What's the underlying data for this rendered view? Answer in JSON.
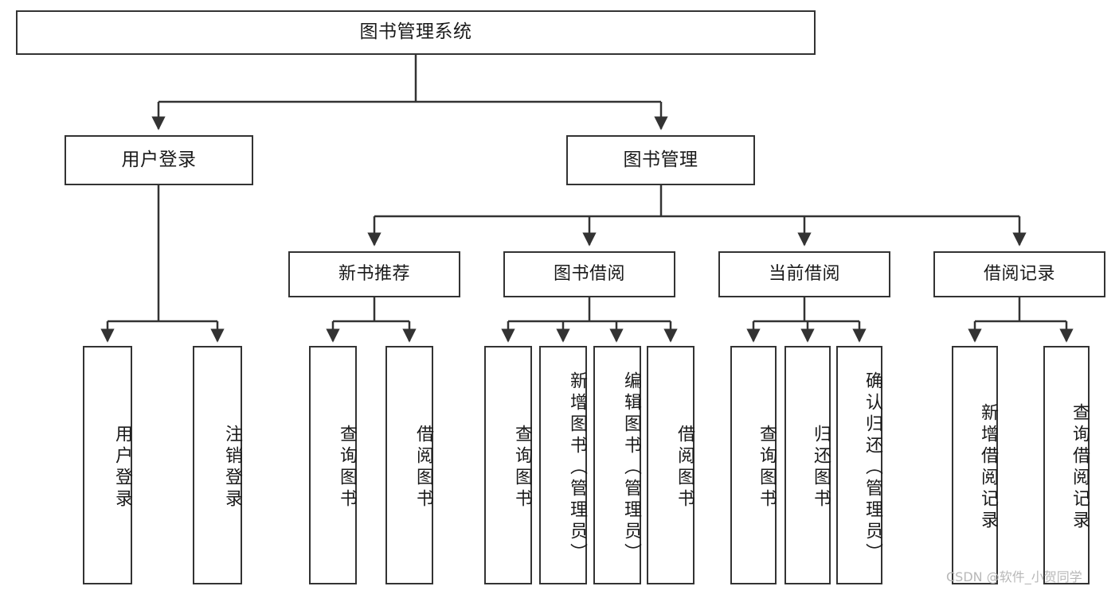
{
  "diagram": {
    "type": "tree-hierarchy",
    "title": "图书管理系统",
    "orientation": "top-down",
    "colors": {
      "box_border": "#333333",
      "box_fill": "#ffffff",
      "edge": "#333333",
      "text": "#1a1a1a",
      "watermark": "#b8b8b8"
    },
    "nodes": {
      "root": {
        "label": "图书管理系统"
      },
      "level2": [
        {
          "id": "user-login",
          "label": "用户登录"
        },
        {
          "id": "book-management",
          "label": "图书管理"
        }
      ],
      "level3": [
        {
          "id": "new-book-recommend",
          "label": "新书推荐"
        },
        {
          "id": "book-borrow",
          "label": "图书借阅"
        },
        {
          "id": "current-borrow",
          "label": "当前借阅"
        },
        {
          "id": "borrow-record",
          "label": "借阅记录"
        }
      ],
      "leaves": {
        "user_login": [
          {
            "id": "leaf-user-login",
            "label": "用户登录"
          },
          {
            "id": "leaf-logout-login",
            "label": "注销登录"
          }
        ],
        "new_book_recommend": [
          {
            "id": "leaf-query-book-1",
            "label": "查询图书"
          },
          {
            "id": "leaf-borrow-book-1",
            "label": "借阅图书"
          }
        ],
        "book_borrow": [
          {
            "id": "leaf-query-book-2",
            "label": "查询图书"
          },
          {
            "id": "leaf-add-book",
            "label": "新增图书（管理员）"
          },
          {
            "id": "leaf-edit-book",
            "label": "编辑图书（管理员）"
          },
          {
            "id": "leaf-borrow-book-2",
            "label": "借阅图书"
          }
        ],
        "current_borrow": [
          {
            "id": "leaf-query-book-3",
            "label": "查询图书"
          },
          {
            "id": "leaf-return-book",
            "label": "归还图书"
          },
          {
            "id": "leaf-confirm-return",
            "label": "确认归还（管理员）"
          }
        ],
        "borrow_record": [
          {
            "id": "leaf-add-record",
            "label": "新增借阅记录"
          },
          {
            "id": "leaf-query-record",
            "label": "查询借阅记录"
          }
        ]
      }
    },
    "watermark": "CSDN @软件_小贺同学"
  }
}
